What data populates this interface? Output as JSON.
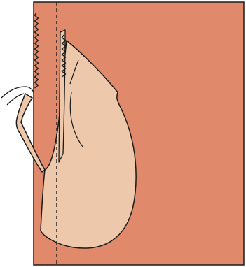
{
  "colors": {
    "background": "#ffffff",
    "fabric": "#e0896b",
    "pocket": "#edc8ab",
    "outline": "#1a1a1a"
  },
  "diagram": {
    "elements": [
      "fabric-panel",
      "pocket-bag",
      "pocket-flap",
      "seam-allowance-zigzag",
      "stitch-line",
      "pressed-edge-line"
    ]
  }
}
